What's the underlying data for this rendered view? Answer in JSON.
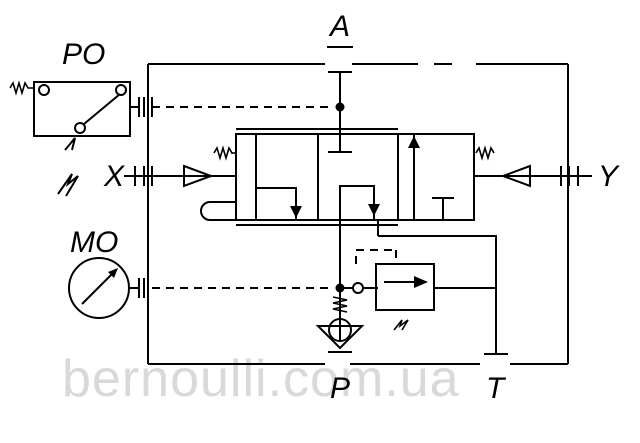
{
  "labels": {
    "port_a": "A",
    "port_p": "P",
    "port_t": "T",
    "port_x": "X",
    "port_y": "Y",
    "po": "PO",
    "mo": "MO"
  },
  "watermark": "bernoulli.com.ua",
  "colors": {
    "line": "#000000",
    "background": "#ffffff",
    "watermark": "#d9d9d9"
  }
}
